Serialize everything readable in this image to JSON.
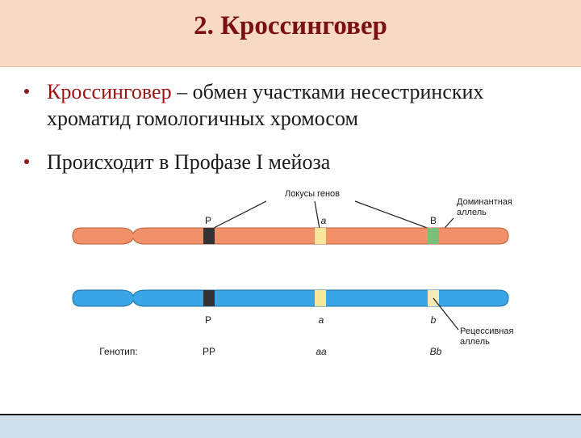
{
  "slide": {
    "title": "2. Кроссинговер",
    "bullets": [
      {
        "term": "Кроссинговер",
        "rest": " – обмен участками несестринских хроматид гомологичных хромосом"
      },
      {
        "text": "Происходит в Профазе I мейоза"
      }
    ]
  },
  "diagram": {
    "loci_label": "Локусы генов",
    "dominant_label_line1": "Доминантная",
    "dominant_label_line2": "аллель",
    "recessive_label_line1": "Рецессивная",
    "recessive_label_line2": "аллель",
    "genotype_label": "Генотип:",
    "top_alleles": [
      "P",
      "a",
      "B"
    ],
    "bottom_alleles": [
      "P",
      "a",
      "b"
    ],
    "genotypes": [
      "PP",
      "aa",
      "Bb"
    ],
    "colors": {
      "chromosome_top": "#f0916a",
      "chromosome_bottom": "#3aa6e8",
      "band_P": "#333333",
      "band_a": "#f7e79a",
      "band_B": "#7bbf7b",
      "band_b": "#f3ecb8"
    }
  }
}
